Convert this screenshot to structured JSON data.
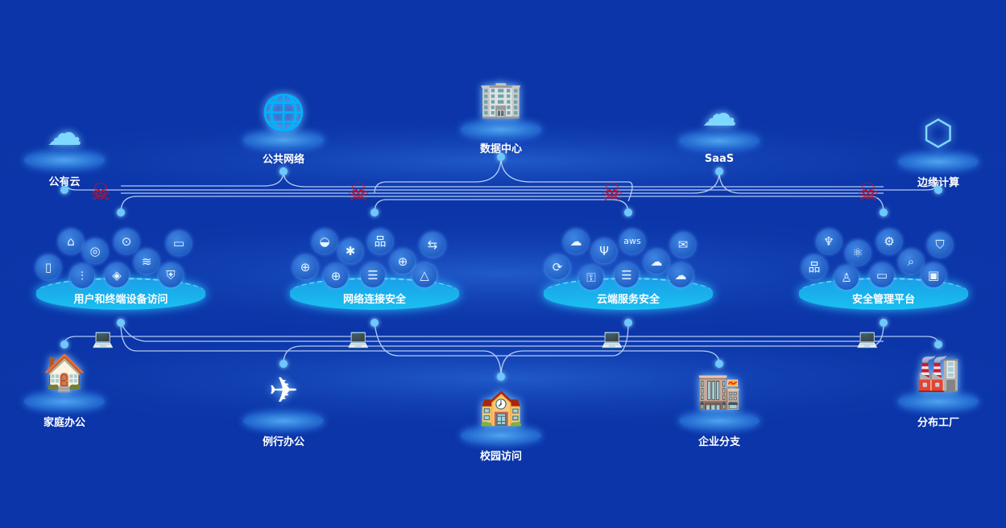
{
  "top_nodes": [
    {
      "label": "公有云",
      "icon": "cloud-icon",
      "glyph": "☁"
    },
    {
      "label": "公共网络",
      "icon": "globe-icon",
      "glyph": "🌐"
    },
    {
      "label": "数据中心",
      "icon": "datacenter-building-icon",
      "glyph": "🏢"
    },
    {
      "label": "SaaS",
      "icon": "cloud-lock-icon",
      "glyph": "☁"
    },
    {
      "label": "边缘计算",
      "icon": "edge-network-icon",
      "glyph": "⬡"
    }
  ],
  "platforms": [
    {
      "label": "用户和终端设备访问",
      "icons": [
        "router",
        "disc",
        "antenna",
        "monitor",
        "laptop-phone",
        "sliders",
        "cube",
        "wifi",
        "shield-lock"
      ]
    },
    {
      "label": "网络连接安全",
      "icons": [
        "spy",
        "network-hub",
        "topology",
        "transfer",
        "globe-signal",
        "globe",
        "server",
        "globe-lock",
        "triangle-nodes"
      ]
    },
    {
      "label": "云端服务安全",
      "icons": [
        "cloud",
        "usb",
        "aws",
        "mail",
        "cloud-sync",
        "key-shield",
        "server-rack",
        "cloud-tree",
        "cloud-lock"
      ]
    },
    {
      "label": "安全管理平台",
      "icons": [
        "tree",
        "atom",
        "settings-circle",
        "shield-search",
        "org-chart",
        "user",
        "monitor-shield",
        "search-chart",
        "scanner"
      ]
    }
  ],
  "aws_text": "aws",
  "bottom_nodes": [
    {
      "label": "家庭办公",
      "icon": "house-icon",
      "glyph": "🏠"
    },
    {
      "label": "例行办公",
      "icon": "airplane-icon",
      "glyph": "✈"
    },
    {
      "label": "校园访问",
      "icon": "campus-building-icon",
      "glyph": "🏫"
    },
    {
      "label": "企业分支",
      "icon": "office-building-icon",
      "glyph": "🏬"
    },
    {
      "label": "分布工厂",
      "icon": "factory-icon",
      "glyph": "🏭"
    }
  ],
  "colors": {
    "background": "#0b35a8",
    "threat": "#d01020",
    "accent": "#1ac0f0"
  }
}
